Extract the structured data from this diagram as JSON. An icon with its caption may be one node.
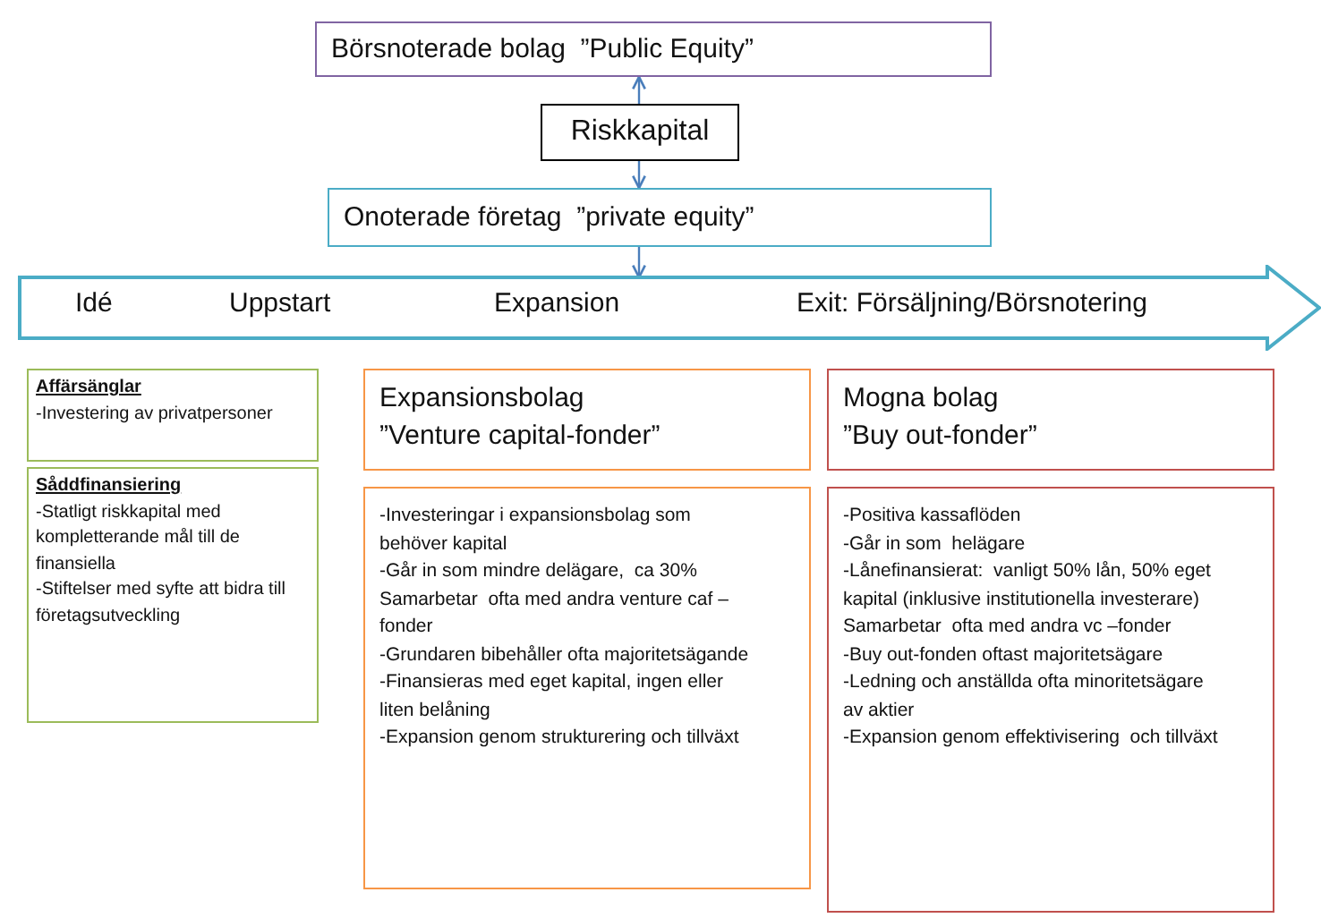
{
  "diagram": {
    "nodes": [
      {
        "text": [
          "Börsnoterade bolag  ”Public Equity”"
        ]
      },
      {
        "text": [
          "Riskkapital"
        ]
      },
      {
        "text": [
          "Onoterade företag  ”private equity”"
        ]
      },
      {
        "text": [
          "Idé",
          "Uppstart",
          "Expansion",
          "Exit: Försäljning/Börsnotering"
        ]
      },
      {
        "text": [
          "Affärsänglar",
          "-Investering av privatpersoner"
        ]
      },
      {
        "text": [
          "Såddfinansiering",
          "-Statligt riskkapital med kompletterande mål till de finansiella",
          "-Stiftelser med syfte att bidra till företagsutveckling"
        ]
      },
      {
        "text": [
          "Expansionsbolag",
          "”Venture capital-fonder”"
        ]
      },
      {
        "text": [
          "-Investeringar i expansionsbolag som behöver kapital",
          "-Går in som mindre delägare,  ca 30%",
          "Samarbetar  ofta med andra venture caf –fonder",
          "-Grundaren bibehåller ofta majoritetsägande",
          "-Finansieras med eget kapital, ingen eller liten belåning",
          "-Expansion genom strukturering och tillväxt"
        ]
      },
      {
        "text": [
          "Mogna bolag",
          "”Buy out-fonder”"
        ]
      },
      {
        "text": [
          "-Positiva kassaflöden",
          "-Går in som  helägare",
          "-Lånefinansierat:  vanligt 50% lån, 50% eget kapital (inklusive institutionella investerare)",
          "Samarbetar  ofta med andra vc –fonder",
          "-Buy out-fonden oftast majoritetsägare",
          "-Ledning och anställda ofta minoritetsägare  av aktier",
          "-Expansion genom effektivisering  och tillväxt"
        ]
      }
    ],
    "edges": [
      {
        "from": 1,
        "to": 0,
        "arrow": "to"
      },
      {
        "from": 1,
        "to": 2,
        "arrow": "to"
      },
      {
        "from": 2,
        "to": 3,
        "arrow": "to"
      }
    ]
  }
}
